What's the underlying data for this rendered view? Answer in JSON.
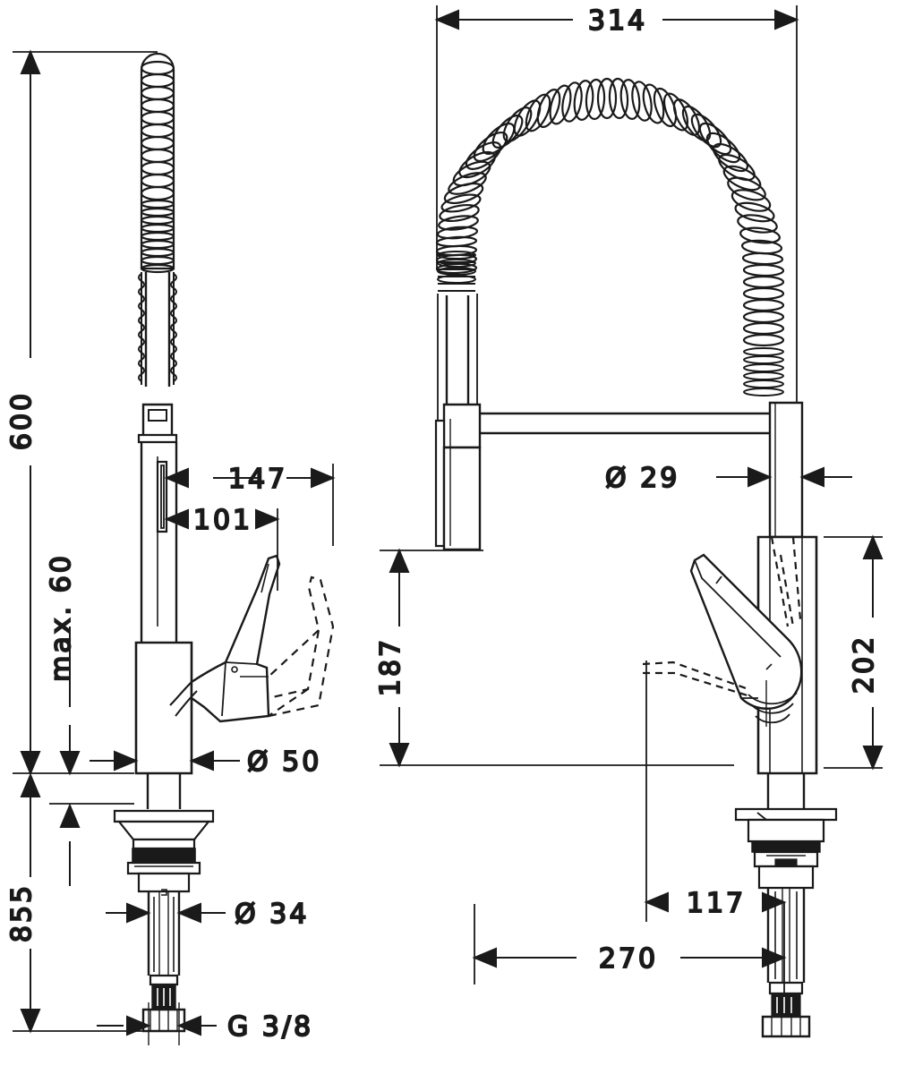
{
  "drawing": {
    "type": "technical-dimension-drawing",
    "subject": "kitchen-mixer-tap-with-spring-spout",
    "line_color": "#1a1a1a",
    "background_color": "#ffffff",
    "views": [
      {
        "name": "side-view",
        "position": "left"
      },
      {
        "name": "front-view",
        "position": "right"
      }
    ]
  },
  "dimensions": {
    "overall_height": "600",
    "spout_width": "314",
    "handle_reach": "147",
    "handle_reach_inner": "101",
    "spout_diameter": "Ø 29",
    "body_diameter": "Ø 50",
    "shank_diameter": "Ø 34",
    "spout_height": "187",
    "handle_height": "202",
    "base_to_thread": "855",
    "max_counter_thickness": "max. 60",
    "base_offset": "117",
    "base_reach": "270",
    "thread_size": "G 3/8"
  }
}
